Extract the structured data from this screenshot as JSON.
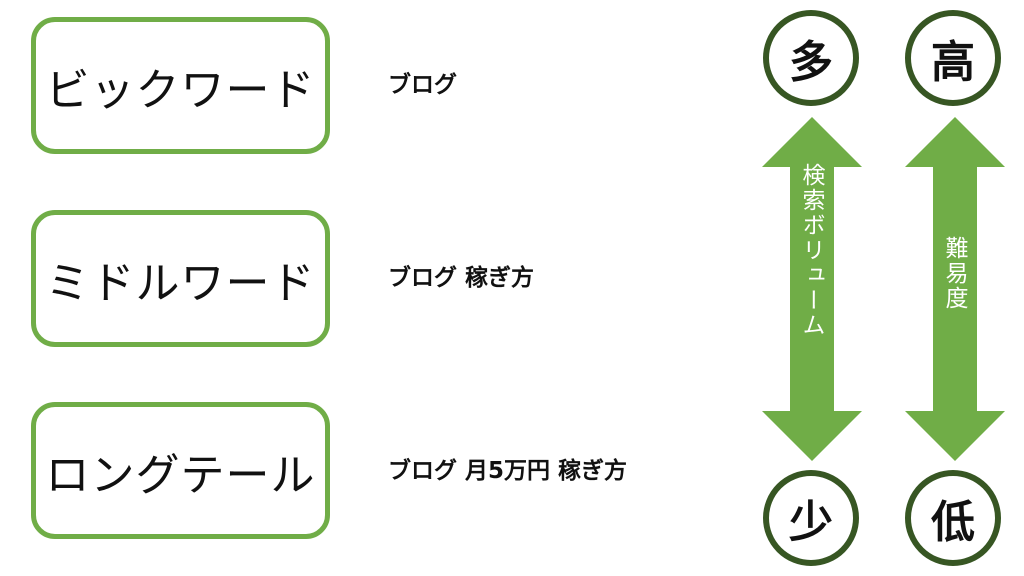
{
  "keyword_types": [
    {
      "label": "ビックワード",
      "example": "ブログ"
    },
    {
      "label": "ミドルワード",
      "example": "ブログ 稼ぎ方"
    },
    {
      "label": "ロングテール",
      "example": "ブログ 月5万円 稼ぎ方"
    }
  ],
  "volume_scale": {
    "top": "多",
    "bottom": "少",
    "label": "検索ボリューム"
  },
  "difficulty_scale": {
    "top": "高",
    "bottom": "低",
    "label": "難易度"
  },
  "colors": {
    "box_border": "#70ad47",
    "arrow_fill": "#70ad47",
    "circle_border": "#375623",
    "text": "#111111"
  }
}
